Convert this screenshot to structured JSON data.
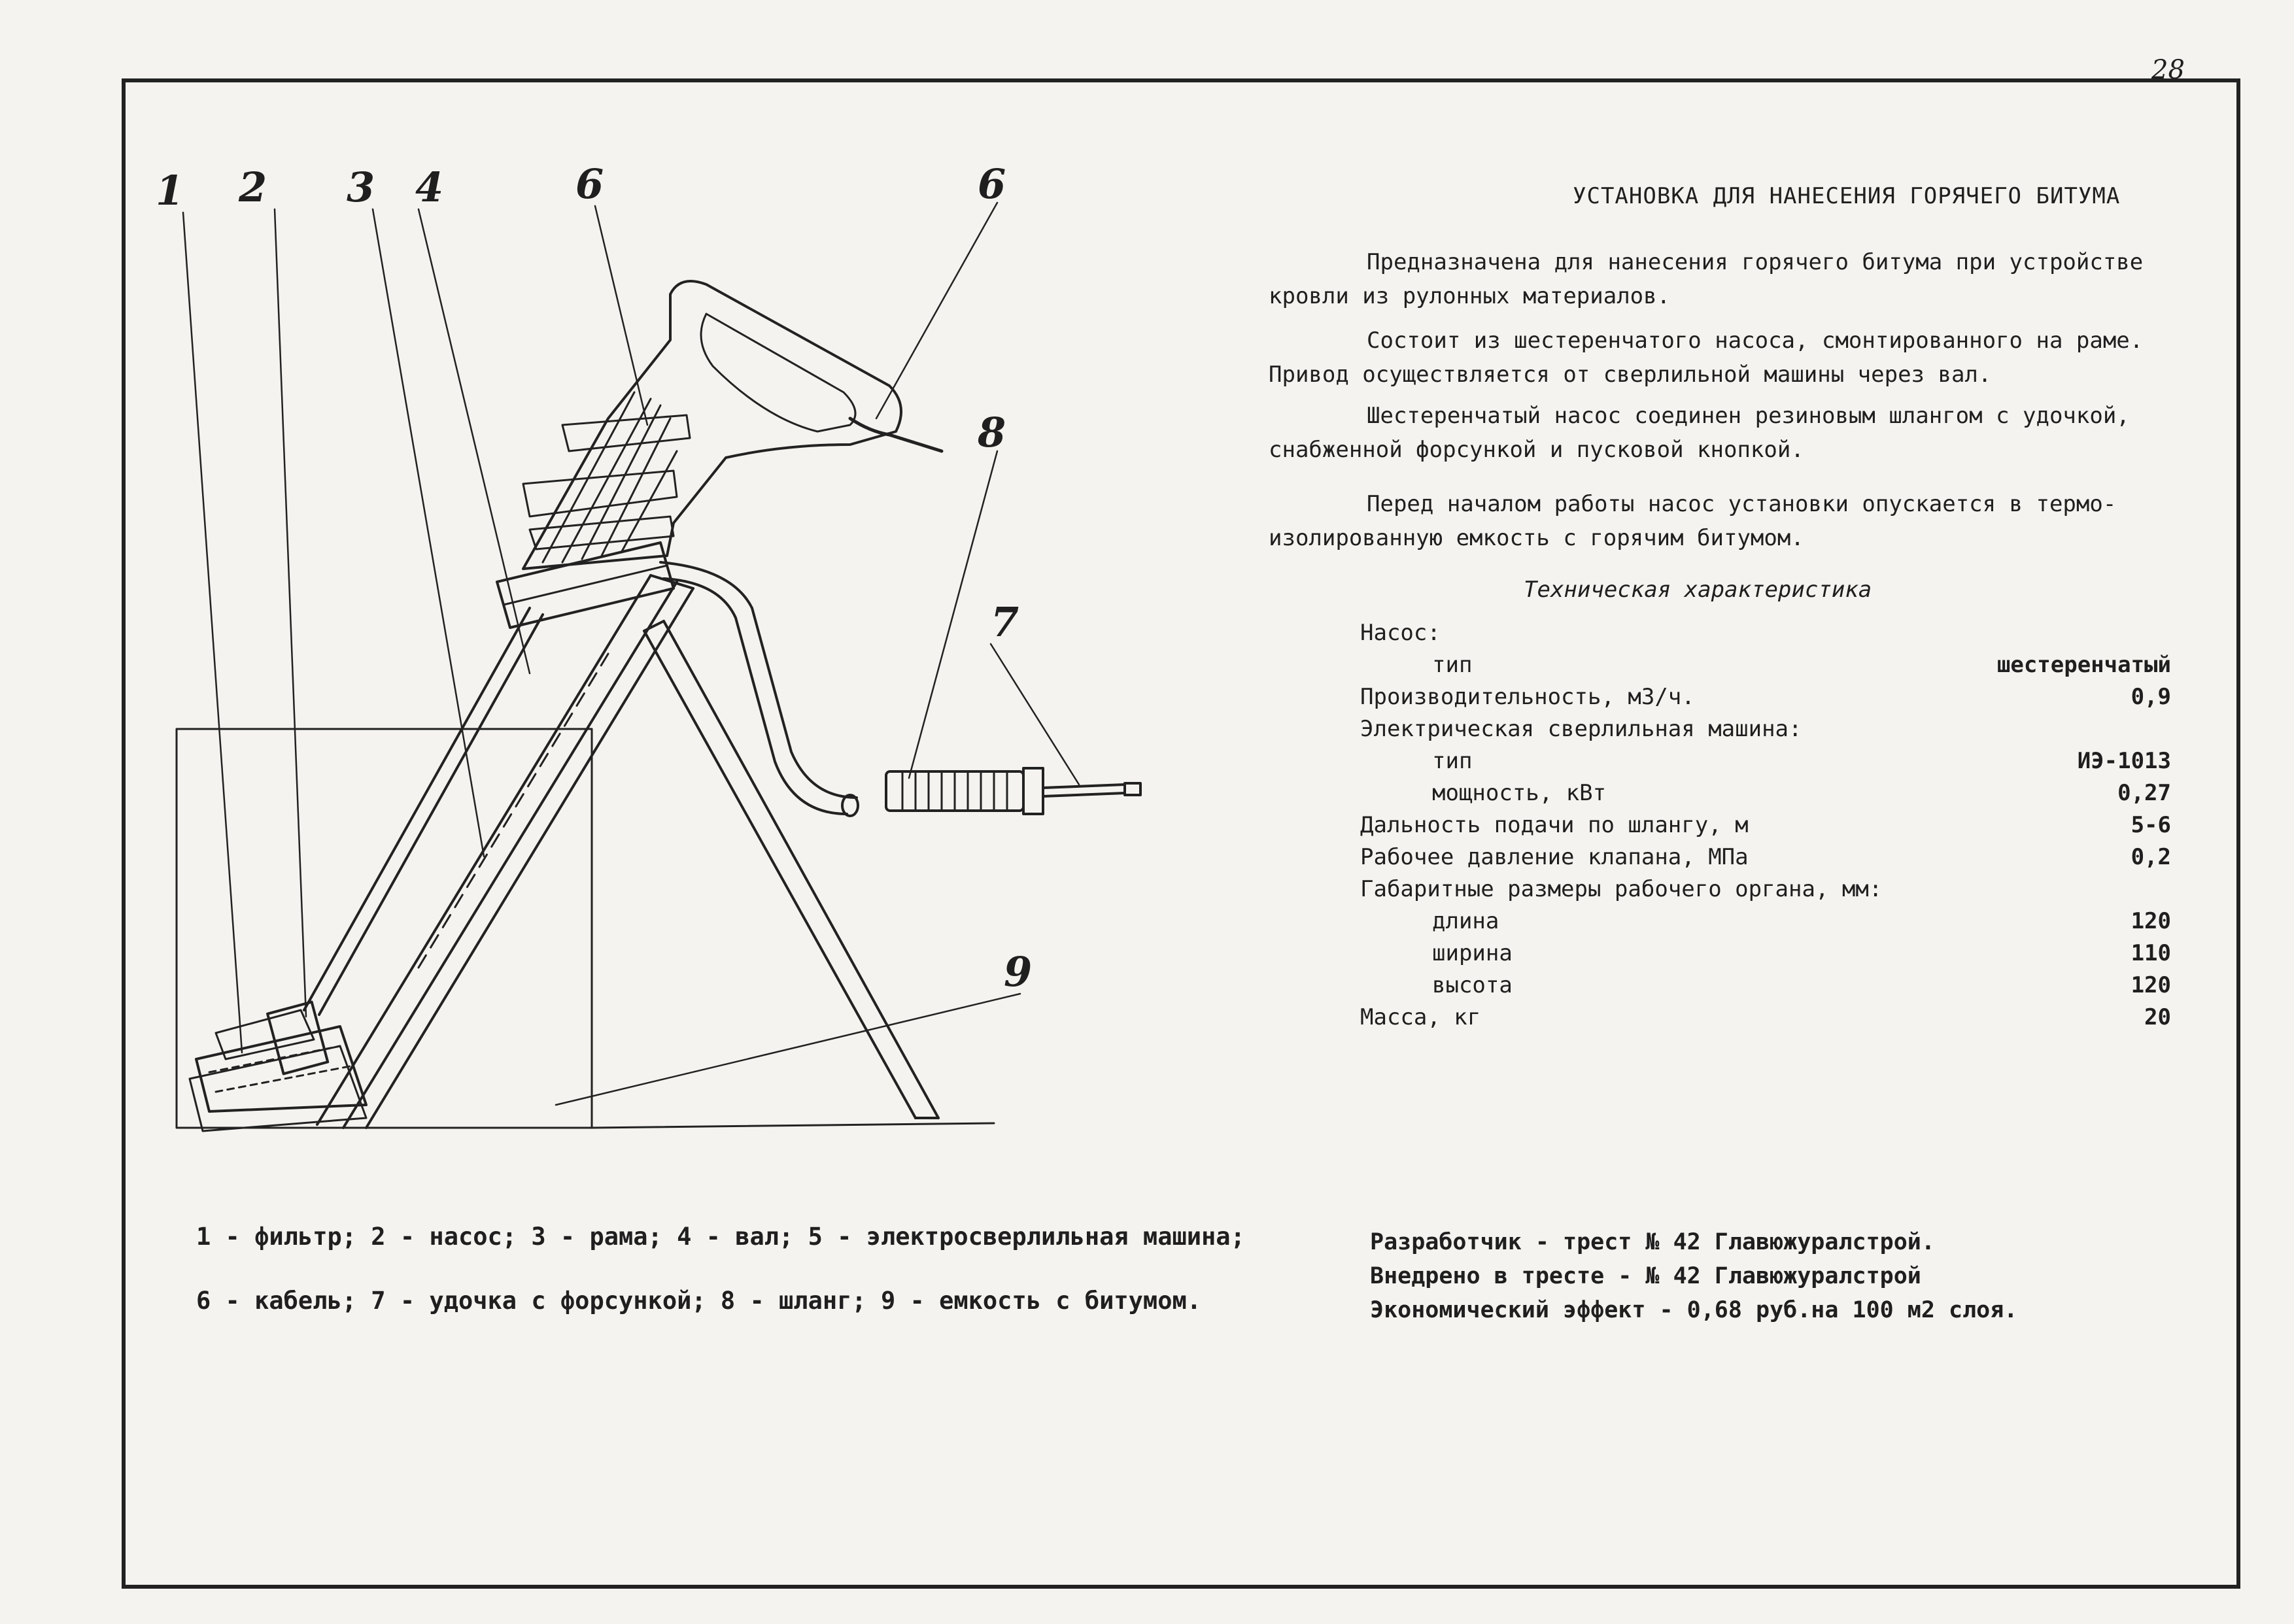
{
  "page_number": "28",
  "drawing": {
    "callouts": [
      {
        "id": "1",
        "label": "1"
      },
      {
        "id": "2",
        "label": "2"
      },
      {
        "id": "3",
        "label": "3"
      },
      {
        "id": "4",
        "label": "4"
      },
      {
        "id": "6a",
        "label": "6"
      },
      {
        "id": "6b",
        "label": "6"
      },
      {
        "id": "8",
        "label": "8"
      },
      {
        "id": "7",
        "label": "7"
      },
      {
        "id": "9",
        "label": "9"
      }
    ]
  },
  "title": "УСТАНОВКА ДЛЯ НАНЕСЕНИЯ ГОРЯЧЕГО БИТУМА",
  "paragraphs": [
    "Предназначена для нанесения горячего битума при устройстве\nкровли из рулонных материалов.",
    "Состоит из шестеренчатого насоса, смонтированного на раме.\nПривод осуществляется от сверлильной машины через вал.",
    "Шестеренчатый насос соединен резиновым шлангом с удочкой,\nснабженной форсункой и пусковой кнопкой.",
    "Перед началом работы насос установки опускается в термо-\nизолированную емкость с горячим битумом."
  ],
  "spec": {
    "heading": "Техническая характеристика",
    "rows": [
      {
        "label": "Насос:",
        "value": "",
        "indent": false
      },
      {
        "label": "тип",
        "value": "шестеренчатый",
        "indent": true
      },
      {
        "label": "Производительность, м3/ч.",
        "value": "0,9",
        "indent": false
      },
      {
        "label": "Электрическая сверлильная машина:",
        "value": "",
        "indent": false
      },
      {
        "label": "тип",
        "value": "ИЭ-1013",
        "indent": true
      },
      {
        "label": "мощность, кВт",
        "value": "0,27",
        "indent": true
      },
      {
        "label": "Дальность подачи по шлангу, м",
        "value": "5-6",
        "indent": false
      },
      {
        "label": "Рабочее давление клапана, МПа",
        "value": "0,2",
        "indent": false
      },
      {
        "label": "Габаритные размеры рабочего органа, мм:",
        "value": "",
        "indent": false
      },
      {
        "label": "длина",
        "value": "120",
        "indent": true
      },
      {
        "label": "ширина",
        "value": "110",
        "indent": true
      },
      {
        "label": "высота",
        "value": "120",
        "indent": true
      },
      {
        "label": "Масса, кг",
        "value": "20",
        "indent": false
      }
    ]
  },
  "legend": [
    "1 - фильтр; 2 - насос; 3 - рама; 4 - вал; 5 - электросверлильная машина;",
    "6 - кабель; 7 - удочка с форсункой; 8 - шланг; 9 - емкость с битумом."
  ],
  "footer": [
    "Разработчик - трест № 42 Главюжуралстрой.",
    "Внедрено в тресте - № 42 Главюжуралстрой",
    "Экономический эффект - 0,68 руб.на 100 м2 слоя."
  ]
}
